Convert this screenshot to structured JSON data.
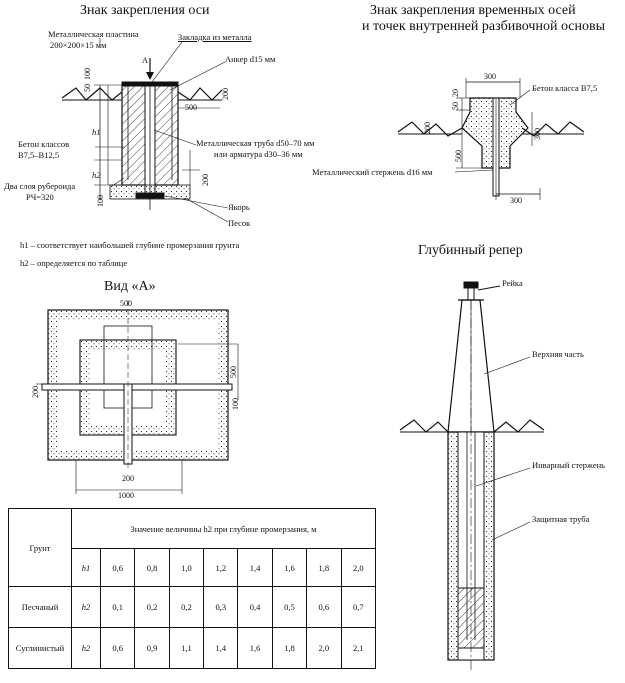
{
  "fig1": {
    "title": "Знак закрепления оси",
    "labels": {
      "plate": "Металлическая пластина",
      "plate_size": "200×200×15 мм",
      "a_mark": "А",
      "insert": "Закладка из металла",
      "anchor": "Анкер d15 мм",
      "concrete1": "Бетон классов",
      "concrete2": "В7,5–В12,5",
      "pipe1": "Металлическая труба d50–70 мм",
      "pipe2": "или арматура d30–36 мм",
      "ruberoid1": "Два слоя рубероида",
      "ruberoid2": "РЧ=320",
      "yakor": "Якорь",
      "sand": "Песок",
      "h1": "h1",
      "h2": "h2"
    },
    "dims": {
      "d50": "50",
      "d100": "100",
      "d200": "200",
      "d500": "500",
      "d200b": "200",
      "d100b": "100"
    },
    "notes": [
      "h1 – соответствует наибольшей глубине промерзания грунта",
      "h2 – определяется по таблице"
    ]
  },
  "fig2": {
    "title1": "Знак закрепления временных осей",
    "title2": "и точек внутренней разбивочной основы",
    "labels": {
      "concrete": "Бетон класса В7,5",
      "rod": "Металлический стержень d16 мм"
    },
    "dims": {
      "top300": "300",
      "d50": "50",
      "d20": "20",
      "d200": "200",
      "d300r": "300",
      "d500": "500",
      "bot300": "300"
    }
  },
  "fig3": {
    "title": "Вид «А»",
    "dims": {
      "d500": "500",
      "d500r": "500",
      "d200l": "200",
      "d100r": "100",
      "d200b": "200",
      "d1000": "1000"
    }
  },
  "fig4": {
    "title": "Глубинный репер",
    "labels": {
      "rail": "Рейка",
      "upper": "Верхняя часть",
      "invar": "Инварный стержень",
      "pipe": "Защитная труба"
    }
  },
  "table": {
    "col_grunt": "Грунт",
    "header": "Значение величины h2 при глубине промерзания, м",
    "h1_label": "h1",
    "h1_values": [
      "0,6",
      "0,8",
      "1,0",
      "1,2",
      "1,4",
      "1,6",
      "1,8",
      "2,0"
    ],
    "rows": [
      {
        "name": "Песчаный",
        "sym": "h2",
        "values": [
          "0,1",
          "0,2",
          "0,2",
          "0,3",
          "0,4",
          "0,5",
          "0,6",
          "0,7"
        ]
      },
      {
        "name": "Суглинистый",
        "sym": "h2",
        "values": [
          "0,6",
          "0,9",
          "1,1",
          "1,4",
          "1,6",
          "1,8",
          "2,0",
          "2,1"
        ]
      }
    ]
  }
}
